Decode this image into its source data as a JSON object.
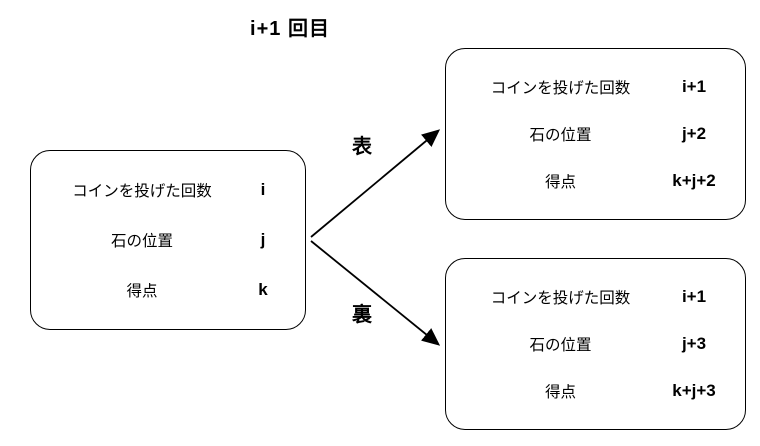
{
  "title": "i+1 回目",
  "edges": {
    "heads": {
      "label": "表"
    },
    "tails": {
      "label": "裏"
    }
  },
  "nodes": {
    "start": {
      "rows": [
        {
          "label": "コインを投げた回数",
          "value": "i"
        },
        {
          "label": "石の位置",
          "value": "j"
        },
        {
          "label": "得点",
          "value": "k"
        }
      ]
    },
    "heads_result": {
      "rows": [
        {
          "label": "コインを投げた回数",
          "value": "i+1"
        },
        {
          "label": "石の位置",
          "value": "j+2"
        },
        {
          "label": "得点",
          "value": "k+j+2"
        }
      ]
    },
    "tails_result": {
      "rows": [
        {
          "label": "コインを投げた回数",
          "value": "i+1"
        },
        {
          "label": "石の位置",
          "value": "j+3"
        },
        {
          "label": "得点",
          "value": "k+j+3"
        }
      ]
    }
  }
}
